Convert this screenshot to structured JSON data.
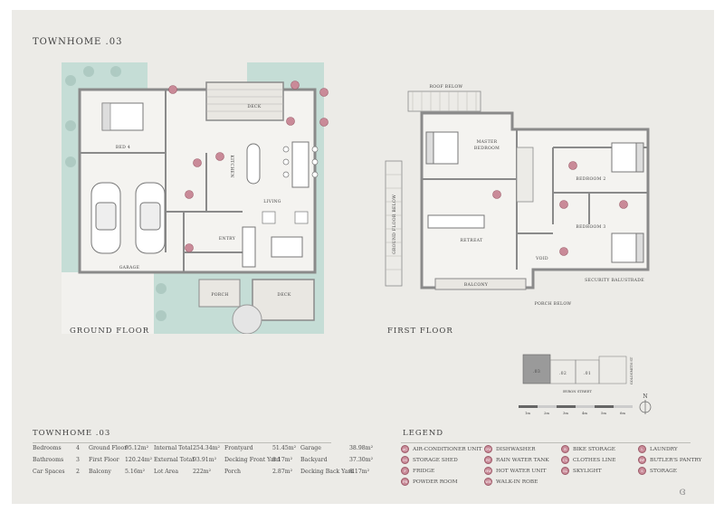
{
  "header": {
    "title": "TOWNHOME .03"
  },
  "ground_floor": {
    "label": "GROUND FLOOR",
    "rooms": {
      "bed4": "BED 4",
      "deck_top": "DECK",
      "kitchen": "KITCHEN",
      "living": "LIVING",
      "entry": "ENTRY",
      "garage": "GARAGE",
      "porch": "PORCH",
      "deck_bottom": "DECK"
    },
    "markers": [
      "CL",
      "SS",
      "AC",
      "WC",
      "DW",
      "F",
      "PR",
      "L",
      "BP",
      "S"
    ]
  },
  "first_floor": {
    "label": "FIRST FLOOR",
    "rooms": {
      "roof_below": "ROOF BELOW",
      "master_bedroom_1": "MASTER",
      "master_bedroom_2": "BEDROOM",
      "bedroom2": "BEDROOM 2",
      "bedroom3": "BEDROOM 3",
      "retreat": "RETREAT",
      "void": "VOID",
      "balcony": "BALCONY",
      "ground_floor_below": "GROUND FLOOR BELOW",
      "porch_below": "PORCH BELOW",
      "security_balustrade": "SECURITY BALUSTRADE"
    },
    "markers": [
      "WR",
      "WR",
      "WR",
      "WR",
      "BS",
      "S"
    ]
  },
  "site_plan": {
    "lots": [
      ".03",
      ".02",
      ".01"
    ],
    "street": "BYRON STREET",
    "side_street": "GOLDSMITH ST"
  },
  "scale": {
    "ticks": [
      "1m",
      "2m",
      "3m",
      "4m",
      "5m",
      "6m"
    ],
    "north": "N"
  },
  "summary": {
    "title": "TOWNHOME .03",
    "rows": [
      [
        [
          "Bedrooms",
          "4"
        ],
        [
          "Ground Floor",
          "95.12m²"
        ],
        [
          "Internal Total",
          "254.34m²"
        ],
        [
          "Frontyard",
          "51.45m²"
        ],
        [
          "Garage",
          "38.98m²"
        ]
      ],
      [
        [
          "Bathrooms",
          "3"
        ],
        [
          "First Floor",
          "120.24m²"
        ],
        [
          "External Total",
          "93.91m²"
        ],
        [
          "Decking Front Yard",
          "8.17m²"
        ],
        [
          "Backyard",
          "37.30m²"
        ]
      ],
      [
        [
          "Car Spaces",
          "2"
        ],
        [
          "Balcony",
          "5.16m²"
        ],
        [
          "Lot Area",
          "222m²"
        ],
        [
          "Porch",
          "2.87m²"
        ],
        [
          "Decking Back Yard",
          "8.17m²"
        ]
      ]
    ]
  },
  "legend": {
    "title": "LEGEND",
    "items": [
      {
        "code": "AC",
        "label": "AIR-CONDITIONER UNIT"
      },
      {
        "code": "DW",
        "label": "DISHWASHER"
      },
      {
        "code": "B",
        "label": "BIKE STORAGE"
      },
      {
        "code": "L",
        "label": "LAUNDRY"
      },
      {
        "code": "SS",
        "label": "STORAGE SHED"
      },
      {
        "code": "RT",
        "label": "RAIN WATER TANK"
      },
      {
        "code": "CL",
        "label": "CLOTHES LINE"
      },
      {
        "code": "BP",
        "label": "BUTLER'S PANTRY"
      },
      {
        "code": "F",
        "label": "FRIDGE"
      },
      {
        "code": "HW",
        "label": "HOT WATER UNIT"
      },
      {
        "code": "SL",
        "label": "SKYLIGHT"
      },
      {
        "code": "S",
        "label": "STORAGE"
      },
      {
        "code": "PR",
        "label": "POWDER ROOM"
      },
      {
        "code": "WR",
        "label": "WALK-IN ROBE"
      }
    ]
  },
  "colors": {
    "paper": "#ecebe7",
    "wall": "#8a8a8a",
    "garden": "#c5ddd6",
    "marker": "#c98a98"
  }
}
